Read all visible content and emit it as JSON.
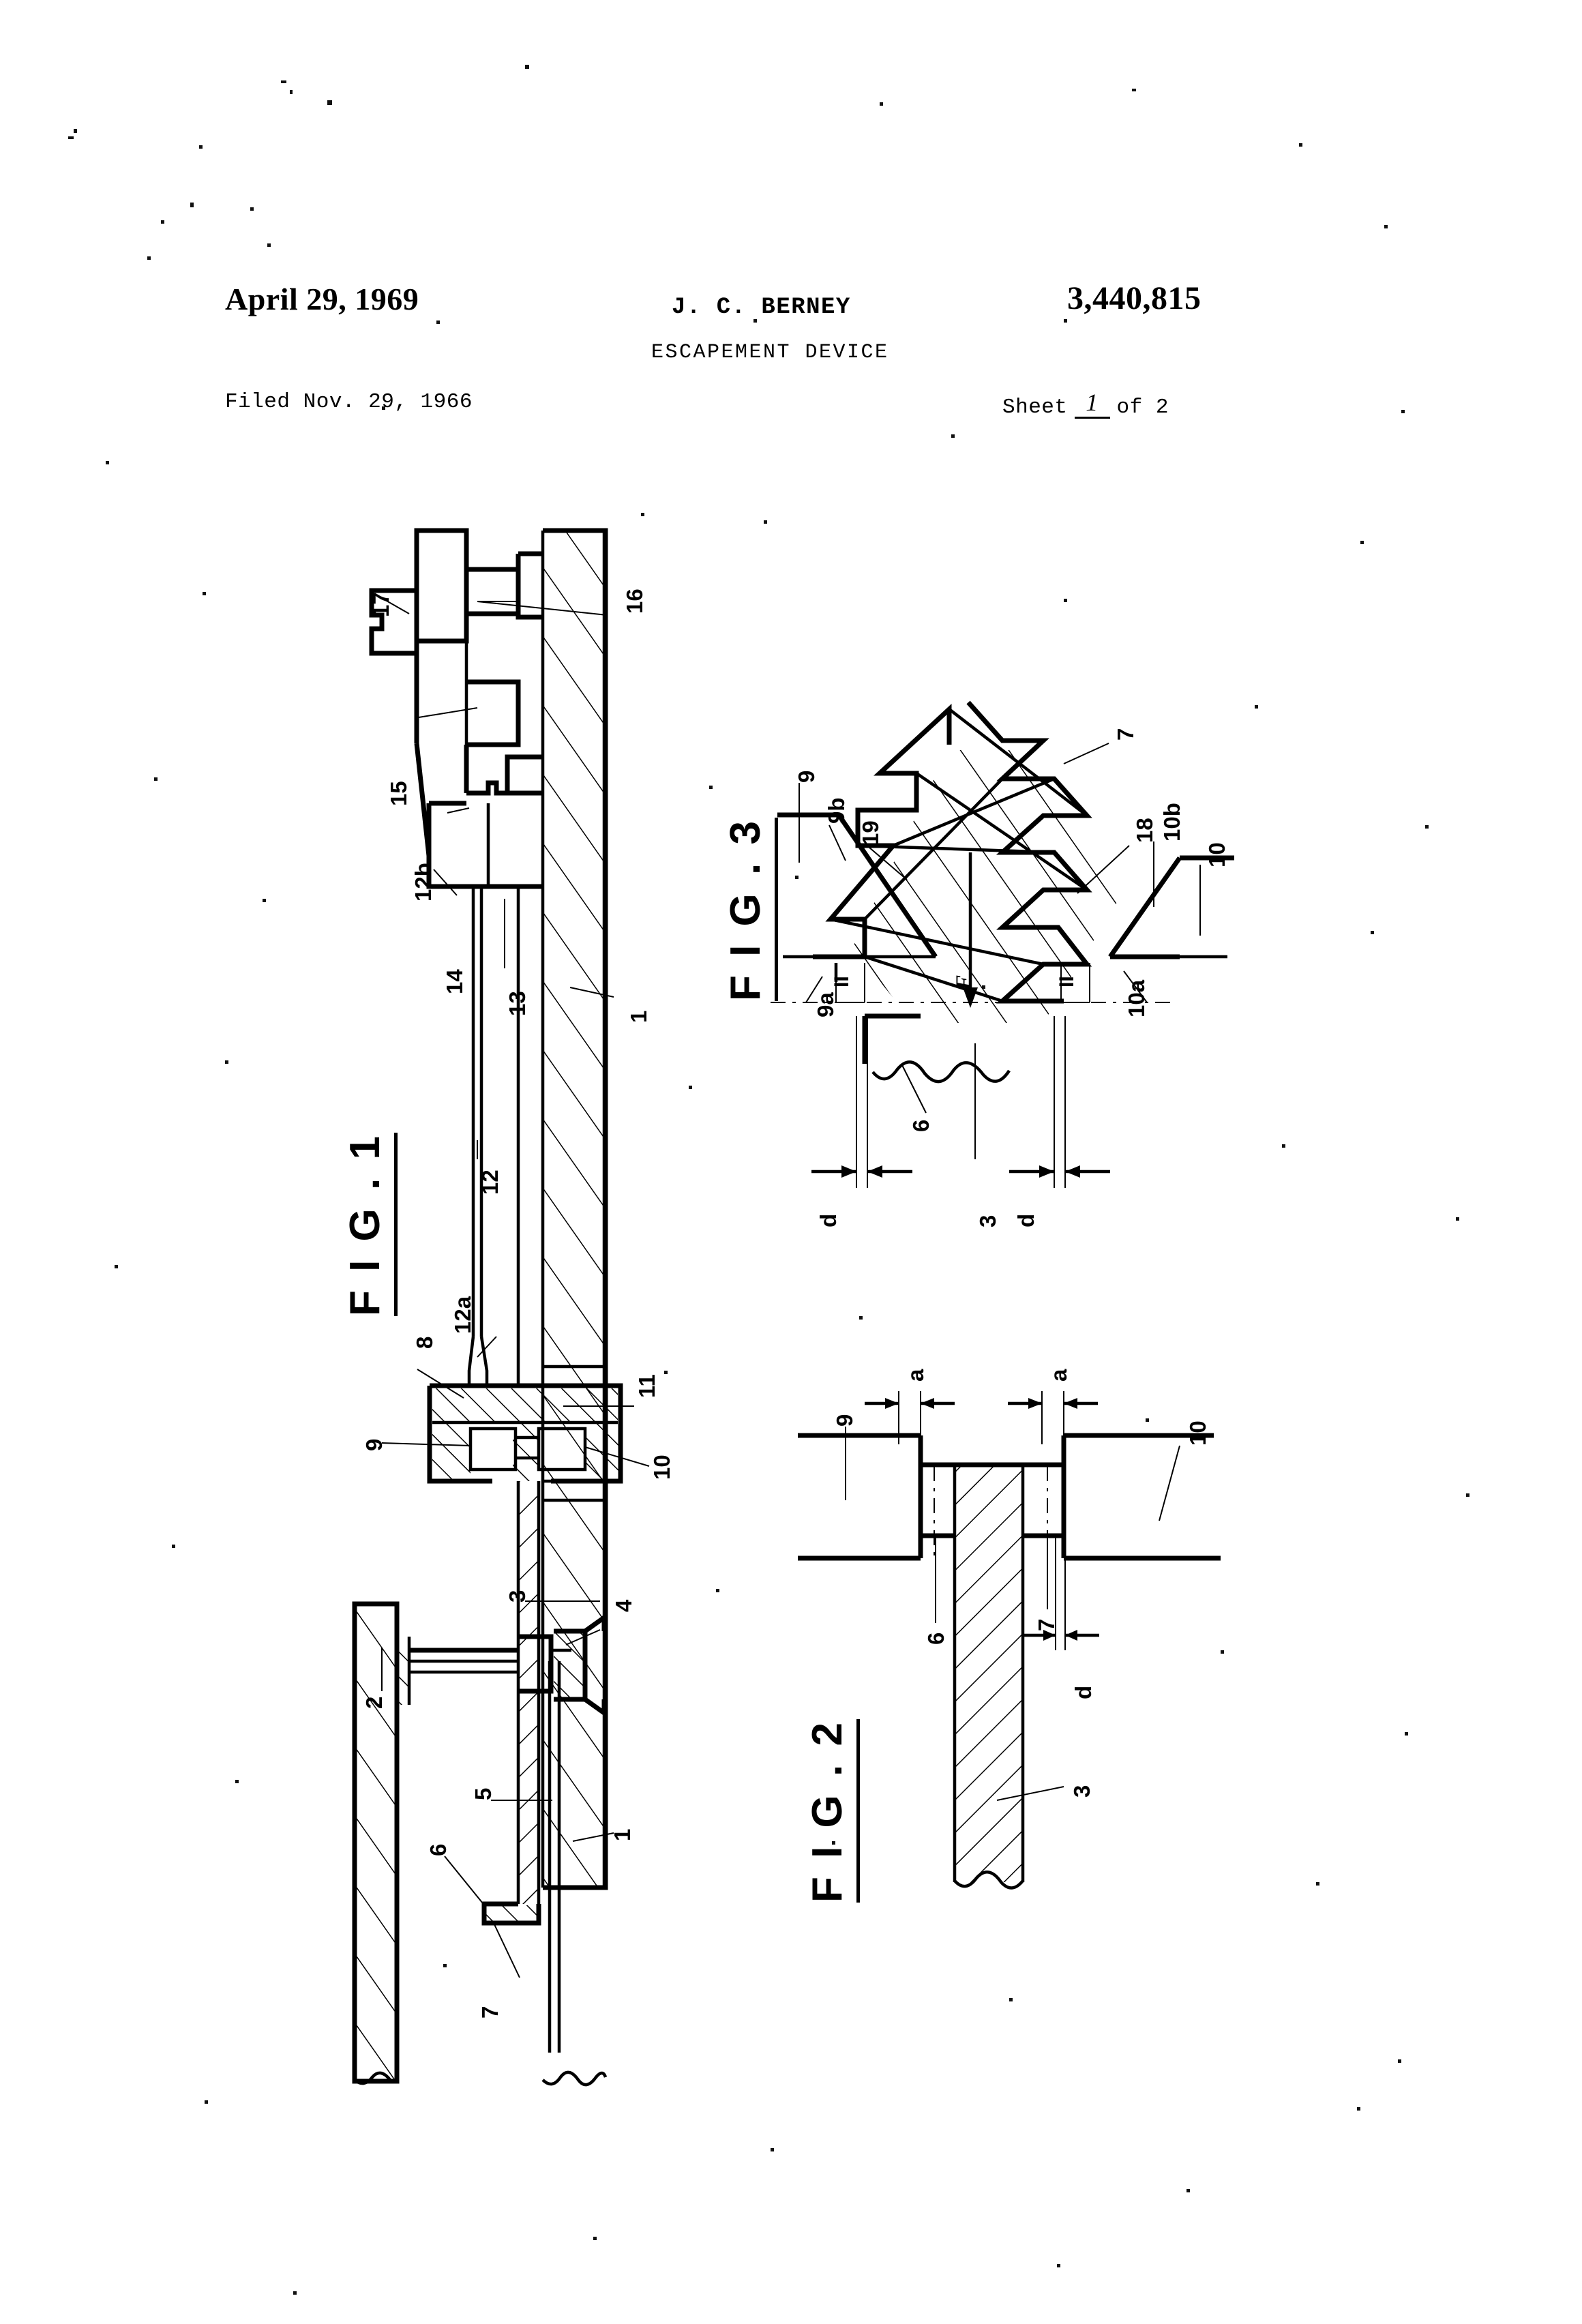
{
  "header": {
    "date": "April 29, 1969",
    "inventor": "J. C. BERNEY",
    "patent_number": "3,440,815",
    "title": "ESCAPEMENT DEVICE",
    "filed": "Filed Nov. 29, 1966",
    "sheet_prefix": "Sheet",
    "sheet_number": "1",
    "sheet_suffix": "of 2"
  },
  "figures": [
    {
      "id": "fig1",
      "title": "F I G . 1"
    },
    {
      "id": "fig2",
      "title": "F I G . 2"
    },
    {
      "id": "fig3",
      "title": "F I G . 3"
    }
  ],
  "fig1_labels": [
    {
      "t": "17"
    },
    {
      "t": "16"
    },
    {
      "t": "15"
    },
    {
      "t": "12b"
    },
    {
      "t": "14"
    },
    {
      "t": "13"
    },
    {
      "t": "1"
    },
    {
      "t": "12"
    },
    {
      "t": "12a"
    },
    {
      "t": "8"
    },
    {
      "t": "9"
    },
    {
      "t": "11"
    },
    {
      "t": "10"
    },
    {
      "t": "3"
    },
    {
      "t": "4"
    },
    {
      "t": "2"
    },
    {
      "t": "5"
    },
    {
      "t": "6"
    },
    {
      "t": "7"
    },
    {
      "t": "1"
    }
  ],
  "fig2_labels": [
    {
      "t": "9"
    },
    {
      "t": "a"
    },
    {
      "t": "a"
    },
    {
      "t": "10"
    },
    {
      "t": "6"
    },
    {
      "t": "7"
    },
    {
      "t": "d"
    },
    {
      "t": "3"
    }
  ],
  "fig3_labels": [
    {
      "t": "9"
    },
    {
      "t": "9b"
    },
    {
      "t": "19"
    },
    {
      "t": "9a"
    },
    {
      "t": "II"
    },
    {
      "t": "F"
    },
    {
      "t": "7"
    },
    {
      "t": "10b"
    },
    {
      "t": "18"
    },
    {
      "t": "10"
    },
    {
      "t": "II"
    },
    {
      "t": "10a"
    },
    {
      "t": "d"
    },
    {
      "t": "6"
    },
    {
      "t": "3"
    },
    {
      "t": "d"
    }
  ],
  "colors": {
    "ink": "#000000",
    "paper": "#ffffff"
  }
}
